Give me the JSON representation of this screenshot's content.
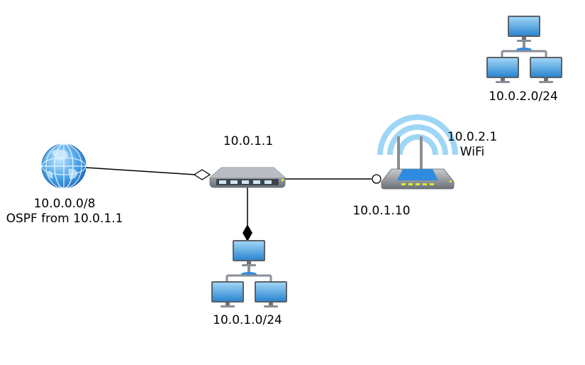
{
  "nodes": {
    "internet": {
      "label_line1": "10.0.0.0/8",
      "label_line2": "OSPF from 10.0.1.1",
      "icon": "globe-icon"
    },
    "switch": {
      "label": "10.0.1.1",
      "icon": "switch-icon"
    },
    "wifi_router": {
      "label_line1": "10.0.2.1",
      "label_line2": "WiFi",
      "link_label": "10.0.1.10",
      "icon": "wifi-router-icon"
    },
    "lan_1": {
      "label": "10.0.1.0/24",
      "icon": "network-computers-icon"
    },
    "lan_2": {
      "label": "10.0.2.0/24",
      "icon": "network-computers-icon"
    }
  },
  "colors": {
    "line": "#000000",
    "device_body": "#8a8f96",
    "wifi_arc": "#9fd6f5",
    "router_accent": "#2e8be0",
    "router_led": "#d7f02b",
    "monitor_screen": "#4fa3e0"
  }
}
